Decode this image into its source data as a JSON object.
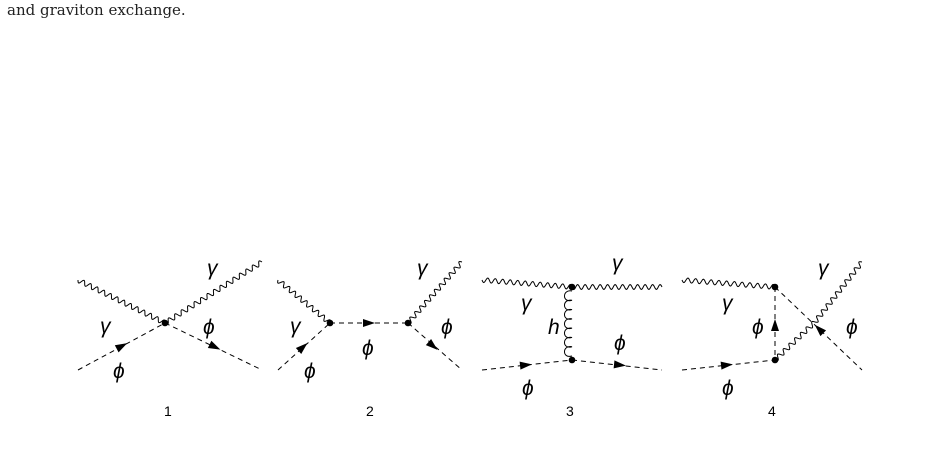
{
  "caption": {
    "text": "and graviton exchange."
  },
  "labels": {
    "photon": "γ",
    "scalar": "ϕ",
    "graviton": "h"
  },
  "diagram_numbers": [
    "1",
    "2",
    "3",
    "4"
  ]
}
